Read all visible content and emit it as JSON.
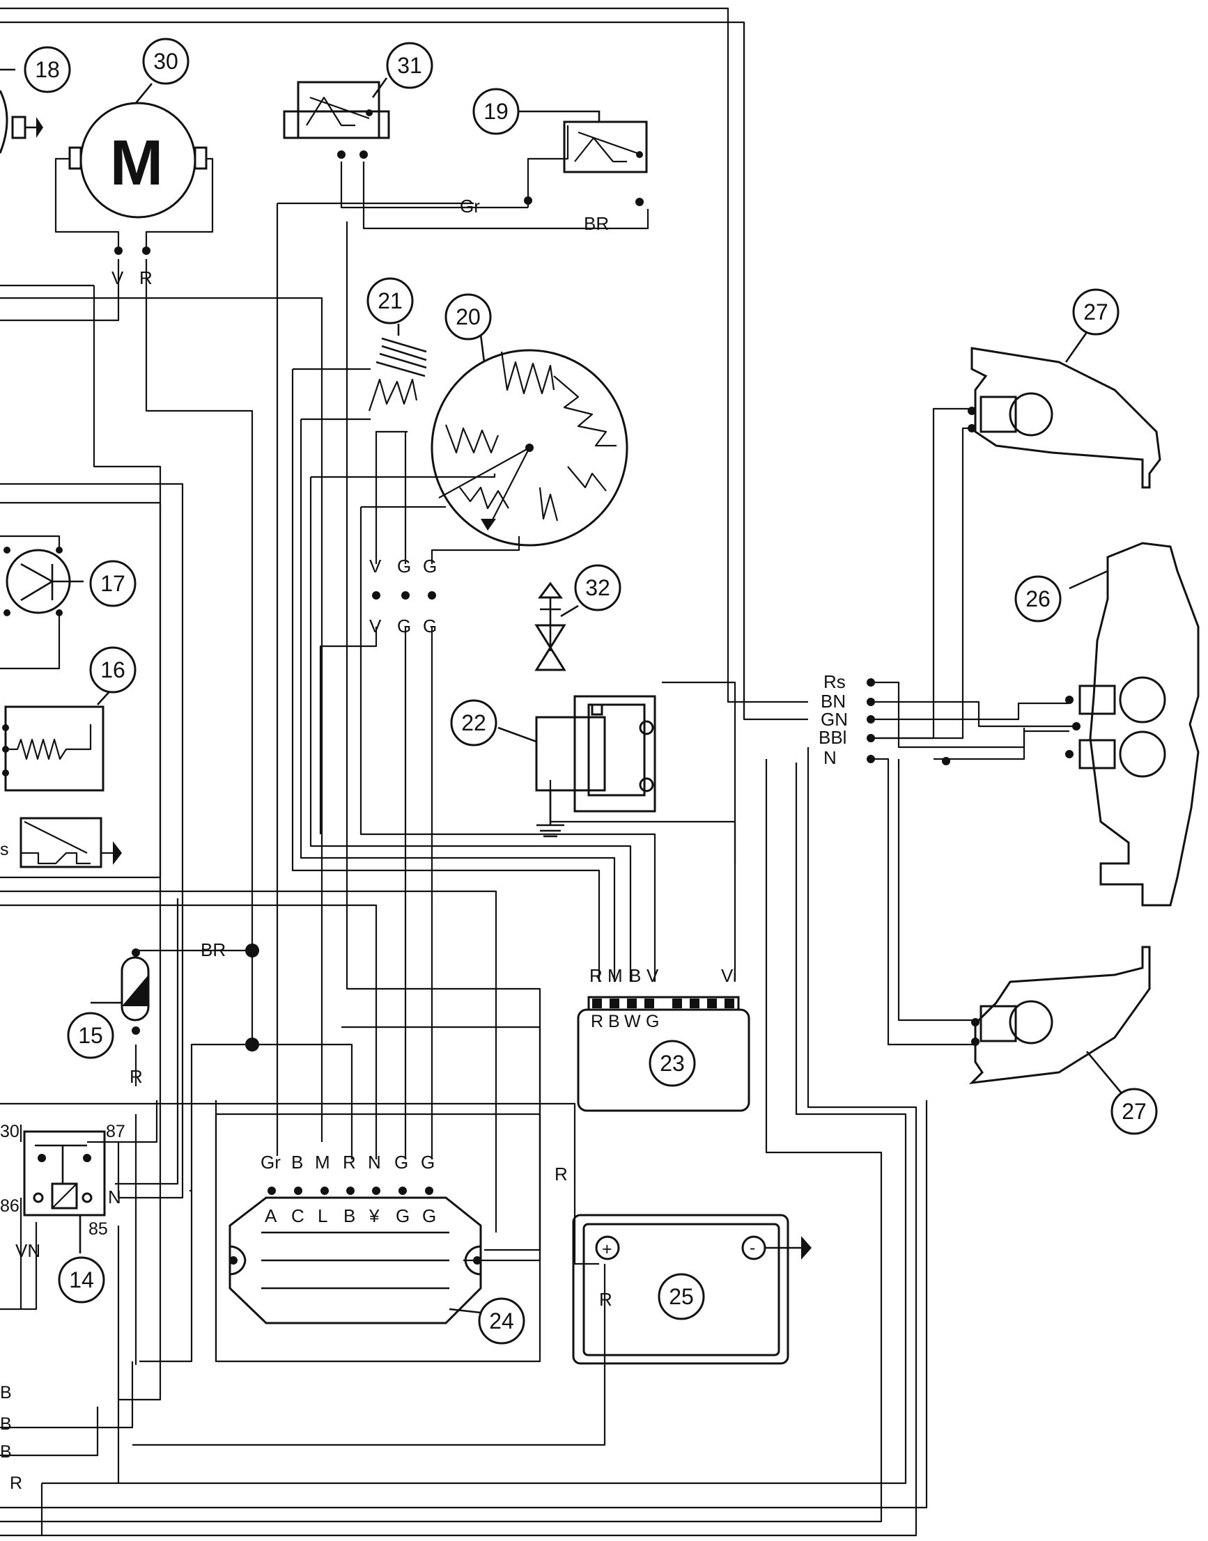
{
  "components": [
    {
      "id": "18",
      "text": "18"
    },
    {
      "id": "30",
      "text": "30"
    },
    {
      "id": "31",
      "text": "31"
    },
    {
      "id": "19",
      "text": "19"
    },
    {
      "id": "21",
      "text": "21"
    },
    {
      "id": "20",
      "text": "20"
    },
    {
      "id": "27a",
      "text": "27"
    },
    {
      "id": "26",
      "text": "26"
    },
    {
      "id": "17",
      "text": "17"
    },
    {
      "id": "16",
      "text": "16"
    },
    {
      "id": "32",
      "text": "32"
    },
    {
      "id": "22",
      "text": "22"
    },
    {
      "id": "15",
      "text": "15"
    },
    {
      "id": "23",
      "text": "23"
    },
    {
      "id": "27b",
      "text": "27"
    },
    {
      "id": "14",
      "text": "14"
    },
    {
      "id": "24",
      "text": "24"
    },
    {
      "id": "25",
      "text": "25"
    }
  ],
  "motor_symbol": "M",
  "wire_labels": {
    "gr": "Gr",
    "br_top": "BR",
    "v_motor": "V",
    "r_motor": "R",
    "ign_top": [
      "V",
      "G",
      "G"
    ],
    "ign_bot": [
      "V",
      "G",
      "G"
    ],
    "rear_light": [
      "Rs",
      "BN",
      "GN",
      "BBl",
      "N"
    ],
    "unit23_top": [
      "R",
      "M",
      "B",
      "V",
      "Vi"
    ],
    "unit23_bot": [
      "R",
      "B",
      "W",
      "G"
    ],
    "br_mid": "BR",
    "r_15": "R",
    "relay_30": "30",
    "relay_87": "87",
    "relay_86": "86",
    "relay_85": "85",
    "relay_n": "N",
    "relay_vn": "VN",
    "r_batt": "R",
    "r_batt_in": "R",
    "reg_wires": [
      "Gr",
      "B",
      "M",
      "R",
      "N",
      "G",
      "G"
    ],
    "reg_pins": [
      "A",
      "C",
      "L",
      "B",
      "¥",
      "G",
      "G"
    ],
    "left_s": "s",
    "left_b": [
      "B",
      "B",
      "B"
    ],
    "left_r": "R"
  },
  "battery_plus": "+",
  "battery_minus": "-"
}
